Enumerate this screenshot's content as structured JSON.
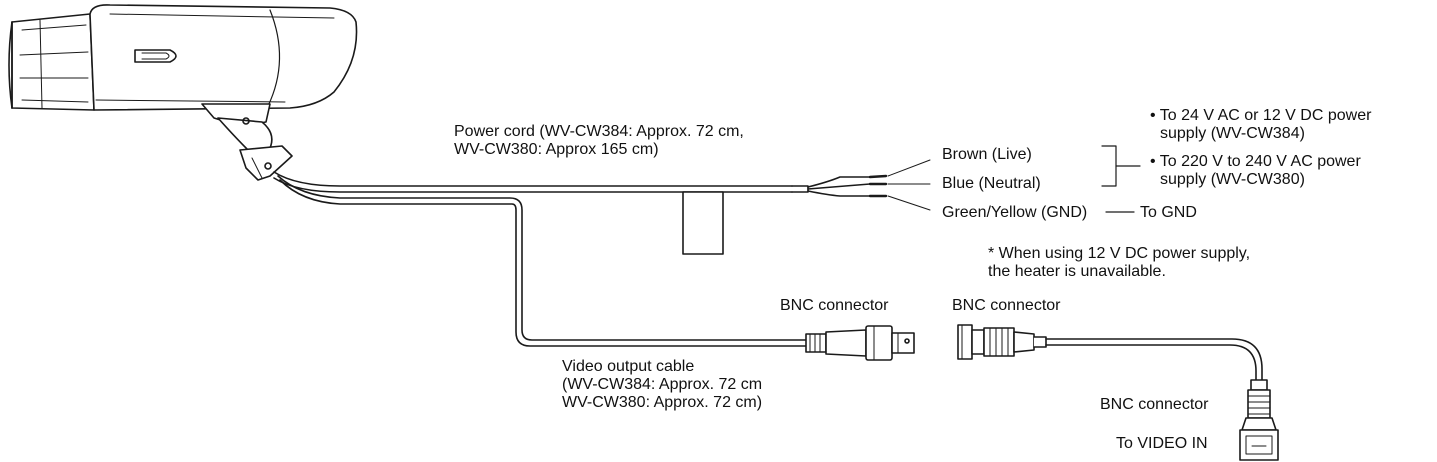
{
  "power_cord": {
    "line1": "Power cord  (WV-CW384: Approx. 72 cm,",
    "line2": "WV-CW380: Approx 165 cm)"
  },
  "wires": {
    "brown": "Brown (Live)",
    "blue": "Blue (Neutral)",
    "green": "Green/Yellow (GND)",
    "to_gnd": "To GND"
  },
  "supply": {
    "a_line1": "• To 24 V AC or 12 V DC power",
    "a_line2": "supply (WV-CW384)",
    "b_line1": "• To 220 V to 240 V AC power",
    "b_line2": "supply (WV-CW380)"
  },
  "note": {
    "line1": "* When using 12 V DC power supply,",
    "line2": "the heater is unavailable."
  },
  "bnc": {
    "camera_side": "BNC connector",
    "cable_side": "BNC connector",
    "monitor_side": "BNC connector",
    "to_video_in": "To VIDEO IN"
  },
  "video_cable": {
    "line1": "Video output cable",
    "line2": "(WV-CW384: Approx. 72 cm",
    "line3": "WV-CW380: Approx. 72 cm)"
  },
  "colors": {
    "line": "#1a1a1a",
    "fill": "#ffffff",
    "shade": "#d9d9d9"
  }
}
